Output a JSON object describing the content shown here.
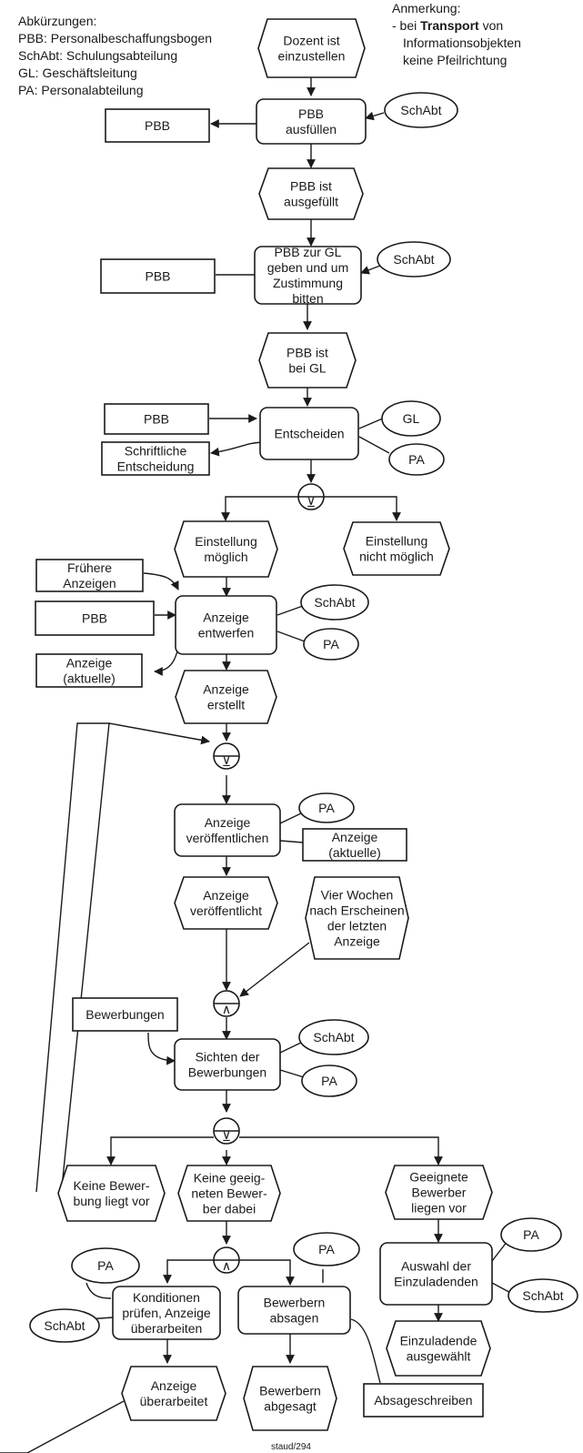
{
  "abbrev": {
    "title": "Abkürzungen:",
    "lines": [
      "PBB: Personalbeschaffungsbogen",
      "SchAbt: Schulungsabteilung",
      "GL: Geschäftsleitung",
      "PA: Personalabteilung"
    ]
  },
  "note": {
    "title": "Anmerkung:",
    "line1_prefix": "- bei ",
    "line1_bold": "Transport",
    "line1_suffix": " von",
    "line2": "Informationsobjekten",
    "line3": "keine Pfeilrichtung"
  },
  "footer": "staud/294",
  "connectors": {
    "xor": "⊻",
    "and": "∧"
  },
  "nodes": {
    "ev_dozent": [
      "Dozent ist",
      "einzustellen"
    ],
    "fn_pbb_ausfuellen": [
      "PBB",
      "ausfüllen"
    ],
    "io_pbb_1": [
      "PBB"
    ],
    "org_schabt_1": [
      "SchAbt"
    ],
    "ev_pbb_ausgefuellt": [
      "PBB ist",
      "ausgefüllt"
    ],
    "fn_pbb_zur_gl": [
      "PBB zur GL",
      "geben und um",
      "Zustimmung",
      "bitten"
    ],
    "io_pbb_2": [
      "PBB"
    ],
    "org_schabt_2": [
      "SchAbt"
    ],
    "ev_pbb_bei_gl": [
      "PBB ist",
      "bei GL"
    ],
    "fn_entscheiden": [
      "Entscheiden"
    ],
    "io_pbb_3": [
      "PBB"
    ],
    "io_schriftliche": [
      "Schriftliche",
      "Entscheidung"
    ],
    "org_gl": [
      "GL"
    ],
    "org_pa_1": [
      "PA"
    ],
    "ev_einstellung_moeglich": [
      "Einstellung",
      "möglich"
    ],
    "ev_einstellung_nicht": [
      "Einstellung",
      "nicht möglich"
    ],
    "io_fruehere": [
      "Frühere",
      "Anzeigen"
    ],
    "io_pbb_4": [
      "PBB"
    ],
    "io_anzeige_aktuell_1": [
      "Anzeige",
      "(aktuelle)"
    ],
    "fn_anzeige_entwerfen": [
      "Anzeige",
      "entwerfen"
    ],
    "org_schabt_3": [
      "SchAbt"
    ],
    "org_pa_2": [
      "PA"
    ],
    "ev_anzeige_erstellt": [
      "Anzeige",
      "erstellt"
    ],
    "fn_anzeige_veroeffentlichen": [
      "Anzeige",
      "veröffentlichen"
    ],
    "org_pa_3": [
      "PA"
    ],
    "io_anzeige_aktuell_2": [
      "Anzeige",
      "(aktuelle)"
    ],
    "ev_anzeige_veroeffentlicht": [
      "Anzeige",
      "veröffentlicht"
    ],
    "ev_vier_wochen": [
      "Vier Wochen",
      "nach Erscheinen",
      "der letzten",
      "Anzeige"
    ],
    "io_bewerbungen": [
      "Bewerbungen"
    ],
    "fn_sichten": [
      "Sichten der",
      "Bewerbungen"
    ],
    "org_schabt_4": [
      "SchAbt"
    ],
    "org_pa_4": [
      "PA"
    ],
    "ev_keine_bewerbung": [
      "Keine Bewer-",
      "bung liegt vor"
    ],
    "ev_keine_geeigneten": [
      "Keine geeig-",
      "neten Bewer-",
      "ber dabei"
    ],
    "ev_geeignete": [
      "Geeignete",
      "Bewerber",
      "liegen vor"
    ],
    "fn_auswahl": [
      "Auswahl der",
      "Einzuladenden"
    ],
    "org_pa_5": [
      "PA"
    ],
    "org_schabt_5": [
      "SchAbt"
    ],
    "ev_einzuladende": [
      "Einzuladende",
      "ausgewählt"
    ],
    "org_pa_6": [
      "PA"
    ],
    "org_schabt_6": [
      "SchAbt"
    ],
    "fn_konditionen": [
      "Konditionen",
      "prüfen, Anzeige",
      "überarbeiten"
    ],
    "org_pa_7": [
      "PA"
    ],
    "fn_absagen": [
      "Bewerbern",
      "absagen"
    ],
    "ev_anzeige_ueberarbeitet": [
      "Anzeige",
      "überarbeitet"
    ],
    "ev_abgesagt": [
      "Bewerbern",
      "abgesagt"
    ],
    "io_absageschreiben": [
      "Absageschreiben"
    ]
  }
}
